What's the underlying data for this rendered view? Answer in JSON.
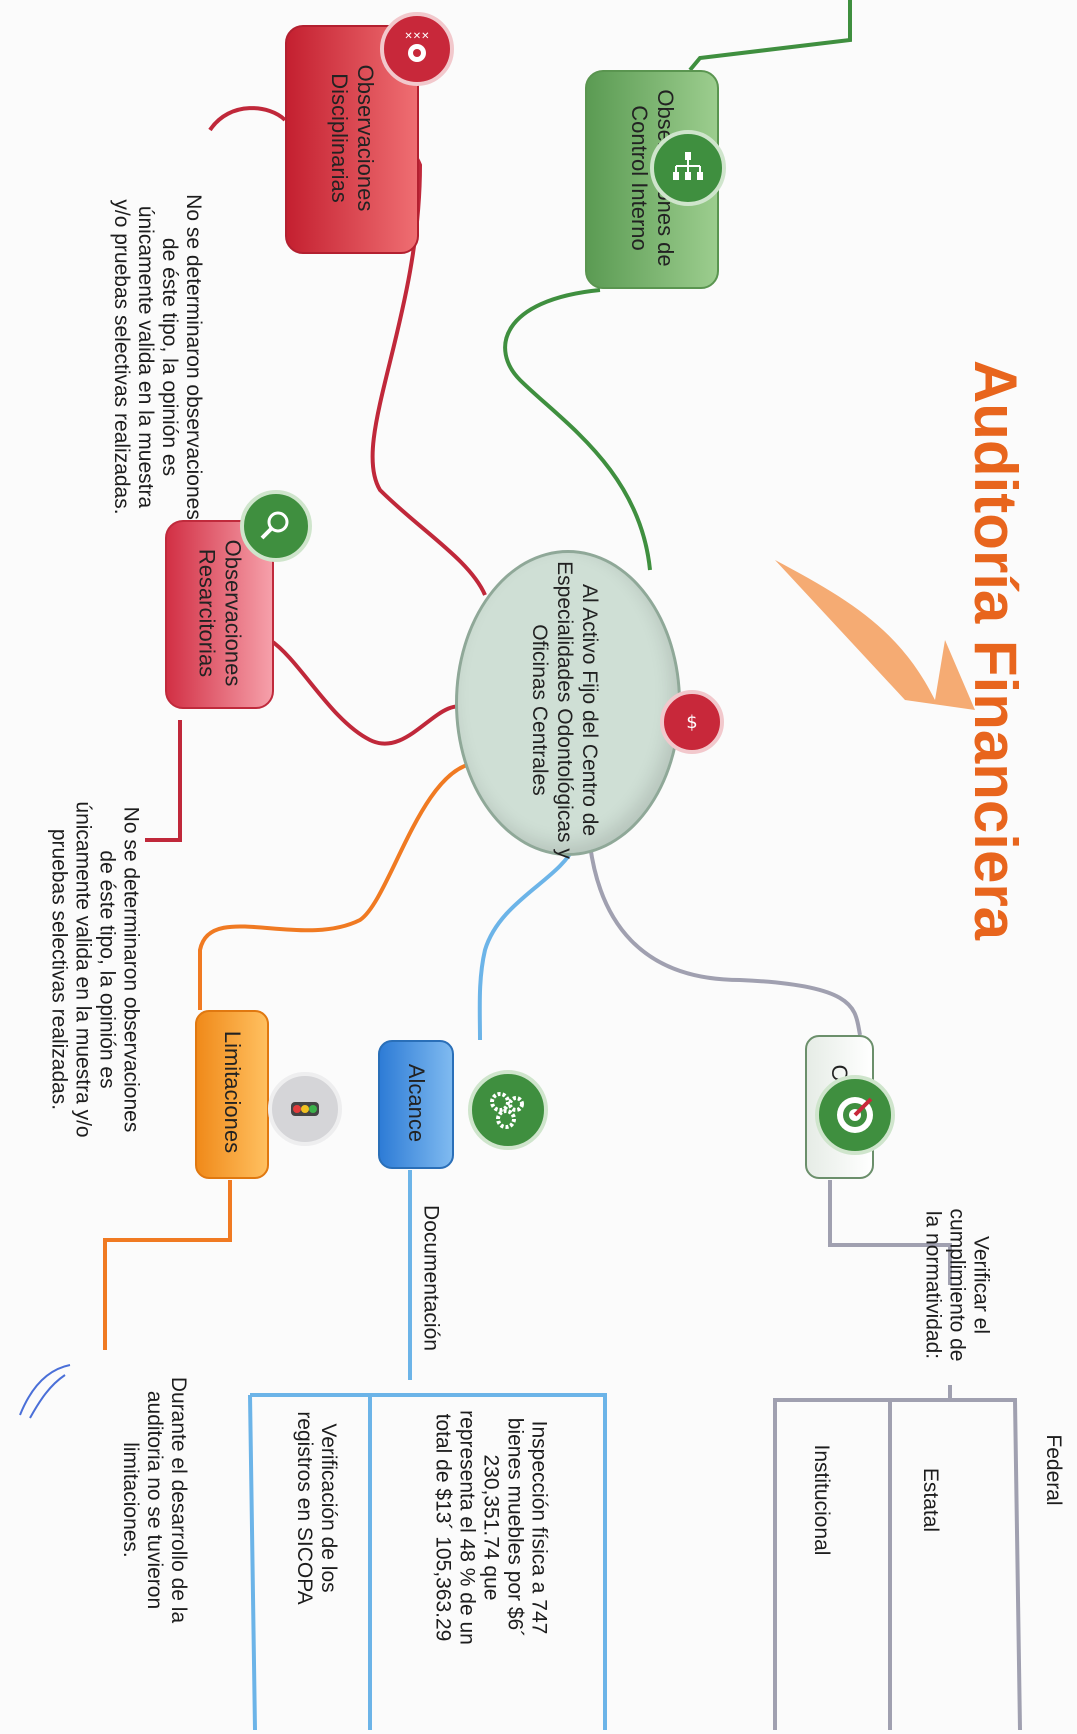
{
  "title": "Auditoría Financiera",
  "center": {
    "label": "Al Activo Fijo del Centro de Especialidades Odontológicas y Oficinas Centrales"
  },
  "nodes": {
    "control_interno": "Observaciones de Control Interno",
    "disciplinarias": "Observaciones Disciplinarias",
    "resarcitorias": "Observaciones Resarcitorias",
    "objetivo": "Objetivo",
    "alcance": "Alcance",
    "limitaciones": "Limitaciones"
  },
  "notes": {
    "disciplinarias": "No se determinaron observaciones de éste tipo, la opinión es únicamente valida en la muestra y/o pruebas selectivas realizadas.",
    "resarcitorias": "No se determinaron observaciones de éste tipo, la opinión es únicamente valida en la muestra y/o pruebas selectivas realizadas.",
    "objetivo": "Verificar el cumplimiento de la normatividad:",
    "alcance": "Documentación",
    "limitaciones": "Durante el desarrollo de la auditoria no se tuvieron limitaciones."
  },
  "objetivo_items": [
    "Federal",
    "Estatal",
    "Institucional"
  ],
  "alcance_items": [
    "Inspección física a 747 bienes muebles por $6´ 230,351.74 que representa el 48 % de un total de $13´ 105,363.29",
    "Verificación de los registros en SICOPA"
  ],
  "colors": {
    "title": "#e8651d",
    "green": "#3f8f3f",
    "red": "#d8343f",
    "orange": "#f07a22",
    "blue": "#6cb4e8",
    "gray": "#a0a0b0"
  }
}
